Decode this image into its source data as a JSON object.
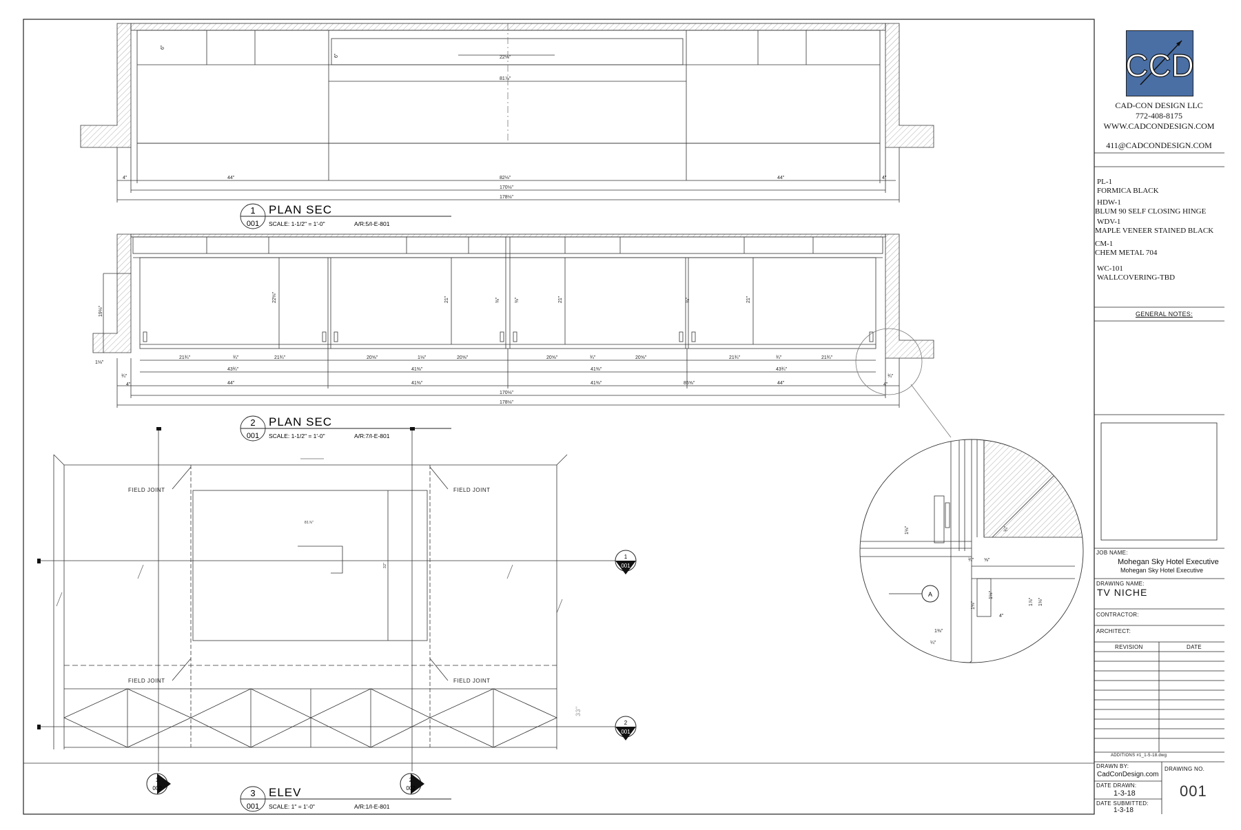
{
  "firm": {
    "logo_text": "CCD",
    "name": "CAD-CON DESIGN LLC",
    "phone": "772-408-8175",
    "website": "WWW.CADCONDESIGN.COM",
    "email": "411@CADCONDESIGN.COM"
  },
  "legend": [
    {
      "code": "PL-1",
      "desc": "FORMICA BLACK"
    },
    {
      "code": "HDW-1",
      "desc": "BLUM 90 SELF CLOSING HINGE"
    },
    {
      "code": "WDV-1",
      "desc": "MAPLE VENEER STAINED BLACK"
    },
    {
      "code": "CM-1",
      "desc": "CHEM METAL 704"
    },
    {
      "code": "WC-101",
      "desc": "WALLCOVERING-TBD"
    }
  ],
  "title_block": {
    "general_notes": "GENERAL NOTES:",
    "job_name_label": "JOB NAME:",
    "job_name": "Mohegan Sky Hotel Executive",
    "job_name_sub": "Mohegan Sky Hotel Executive",
    "drawing_name_label": "DRAWING NAME:",
    "drawing_name": "TV NICHE",
    "contractor_label": "CONTRACTOR:",
    "architect_label": "ARCHITECT:",
    "revision_label": "REVISION",
    "date_label": "DATE",
    "file_name": "ADDITIONS #1_1-5-18.dwg",
    "drawn_by_label": "DRAWN BY:",
    "drawn_by": "CadConDesign.com",
    "date_drawn_label": "DATE DRAWN:",
    "date_drawn": "1-3-18",
    "date_submitted_label": "DATE SUBMITTED:",
    "date_submitted": "1-3-18",
    "drawing_no_label": "DRAWING NO.",
    "drawing_no": "001"
  },
  "views": [
    {
      "num": "1",
      "sheet": "001",
      "title": "PLAN SEC",
      "scale": "SCALE: 1-1/2\" = 1'-0\"",
      "ref": "A/R:5/I-E-801"
    },
    {
      "num": "2",
      "sheet": "001",
      "title": "PLAN SEC",
      "scale": "SCALE: 1-1/2\" = 1'-0\"",
      "ref": "A/R:7/I-E-801"
    },
    {
      "num": "3",
      "sheet": "001",
      "title": "ELEV",
      "scale": "SCALE: 1\" = 1'-0\"",
      "ref": "A/R:1/I-E-801"
    }
  ],
  "plan1_dims": {
    "top_a": "22⅛\"",
    "top_b": "81⅞\"",
    "side_a": "6\"",
    "side_b": "6\"",
    "row1": [
      "4\"",
      "44\"",
      "82⅛\"",
      "44\"",
      "4\""
    ],
    "row2": "170⅛\"",
    "row3": "178⅛\""
  },
  "plan2_dims": {
    "heights": [
      "22⅛\"",
      "21\"",
      "21\"",
      "21\""
    ],
    "left_h": "19⅛\"",
    "left_small": "1⅛\"",
    "mid_small": [
      "⅜\"",
      "⅜\"",
      "⅜\""
    ],
    "row1": [
      "21¾\"",
      "¾\"",
      "21¾\"",
      "20⅝\"",
      "1⅛\"",
      "20⅝\"",
      "20⅝\"",
      "¾\"",
      "20⅝\"",
      "21¾\"",
      "¾\"",
      "21¾\""
    ],
    "row2": [
      "43¾\"",
      "41⅜\"",
      "41⅜\"",
      "43¾\""
    ],
    "row3": [
      "44\"",
      "41⅜\"",
      "41⅜\"",
      "85⅝\"",
      "44\""
    ],
    "row3_ends": [
      "¾\"",
      "4\"",
      "¾\"",
      "4\""
    ],
    "row4": "170⅛\"",
    "row5": "178⅛\""
  },
  "elev": {
    "field_joint": "FIELD JOINT",
    "inner_w": "81⅞\"",
    "inner_h": "32\"",
    "base_h": "33\"",
    "tags": [
      {
        "top": "1",
        "bottom": "001"
      },
      {
        "top": "2",
        "bottom": "001"
      },
      {
        "top": "1",
        "bottom": "002"
      },
      {
        "top": "2",
        "bottom": "002"
      }
    ]
  },
  "detail": {
    "callout": "A",
    "dims": [
      "1⅛\"",
      "¾\"",
      "⅝\"",
      "¾\"",
      "1½\"",
      "1⅞\"",
      "1⅛\"",
      "4\"",
      "1⅛\"",
      "1⅜\"",
      "¼\""
    ]
  }
}
